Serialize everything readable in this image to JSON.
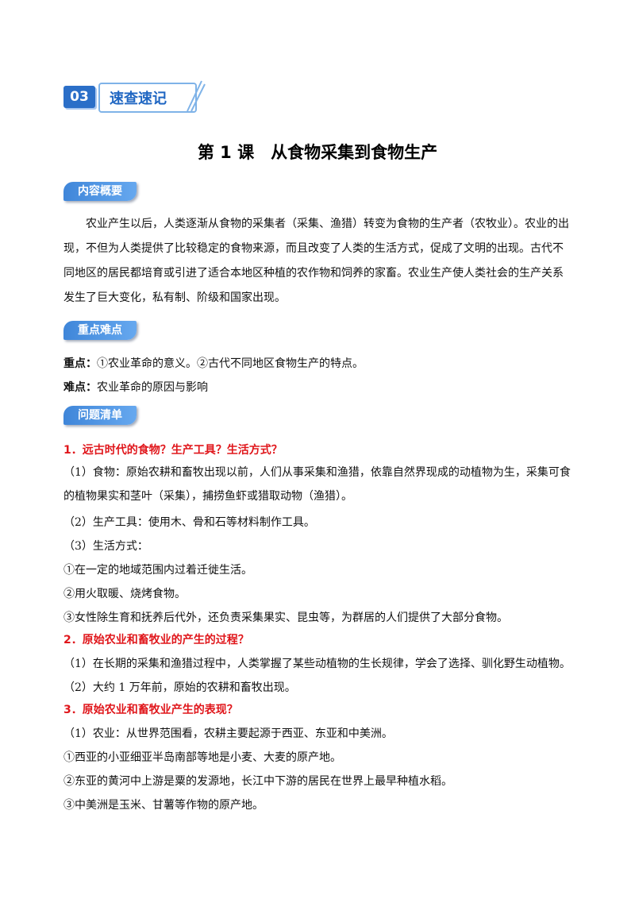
{
  "banner": {
    "number": "03",
    "title": "速查速记"
  },
  "lesson_title": "第 1 课　从食物采集到食物生产",
  "sections": {
    "overview": {
      "tag": "内容概要"
    },
    "key_points": {
      "tag": "重点难点"
    },
    "questions": {
      "tag": "问题清单"
    }
  },
  "overview_text": "农业产生以后，人类逐渐从食物的采集者（采集、渔猎）转变为食物的生产者（农牧业）。农业的出现，不但为人类提供了比较稳定的食物来源，而且改变了人类的生活方式，促成了文明的出现。古代不同地区的居民都培育或引进了适合本地区种植的农作物和饲养的家畜。农业生产使人类社会的生产关系发生了巨大变化，私有制、阶级和国家出现。",
  "key_points": {
    "important_label": "重点：",
    "important_text": "①农业革命的意义。②古代不同地区食物生产的特点。",
    "difficult_label": "难点：",
    "difficult_text": "农业革命的原因与影响"
  },
  "q1": {
    "title": "1．远古时代的食物？生产工具？生活方式？",
    "food": "（1）食物：原始农耕和畜牧出现以前，人们从事采集和渔猎，依靠自然界现成的动植物为生，采集可食的植物果实和茎叶（采集），捕捞鱼虾或猎取动物（渔猎）。",
    "tools": "（2）生产工具：使用木、骨和石等材料制作工具。",
    "life": "（3）生活方式：",
    "life_1": "①在一定的地域范围内过着迁徙生活。",
    "life_2": "②用火取暖、烧烤食物。",
    "life_3": "③女性除生育和抚养后代外，还负责采集果实、昆虫等，为群居的人们提供了大部分食物。"
  },
  "q2": {
    "title": "2．原始农业和畜牧业的产生的过程？",
    "p1": "（1）在长期的采集和渔猎过程中，人类掌握了某些动植物的生长规律，学会了选择、驯化野生动植物。",
    "p2": "（2）大约 1 万年前，原始的农耕和畜牧出现。"
  },
  "q3": {
    "title": "3．原始农业和畜牧业产生的表现？",
    "p1": "（1）农业：从世界范围看，农耕主要起源于西亚、东亚和中美洲。",
    "p2": "①西亚的小亚细亚半岛南部等地是小麦、大麦的原产地。",
    "p3": "②东亚的黄河中上游是粟的发源地，长江中下游的居民在世界上最早种植水稻。",
    "p4": "③中美洲是玉米、甘薯等作物的原产地。"
  },
  "colors": {
    "accent_blue": "#2b6fc8",
    "question_red": "#e0161b"
  }
}
